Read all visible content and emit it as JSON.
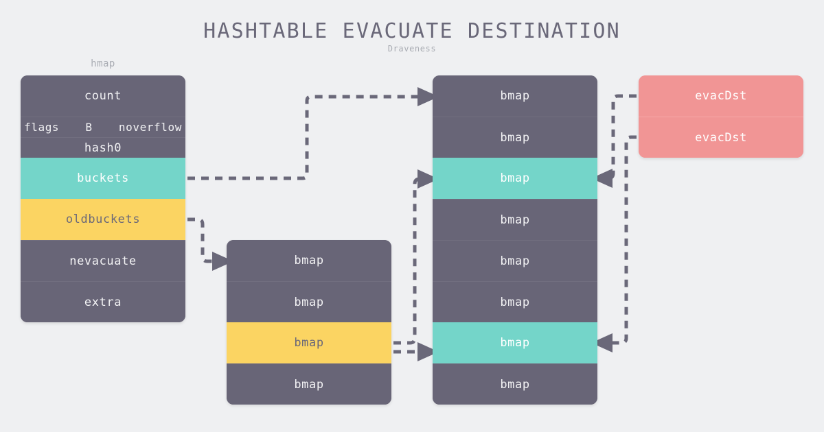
{
  "header": {
    "title": "HASHTABLE EVACUATE DESTINATION",
    "subtitle": "Draveness"
  },
  "colors": {
    "background": "#eff0f2",
    "dark_slate": "#686577",
    "teal": "#74d5c9",
    "yellow": "#fbd462",
    "salmon": "#f19595",
    "title_text": "#6a6879",
    "caption_text": "#a9acb3",
    "arrow": "#6a6879"
  },
  "hmap": {
    "caption": "hmap",
    "fields": [
      {
        "label": "count",
        "color": "dark"
      },
      {
        "label": "flags",
        "label2": "B",
        "label3": "noverflow",
        "color": "dark"
      },
      {
        "label": "hash0",
        "color": "dark"
      },
      {
        "label": "buckets",
        "color": "teal"
      },
      {
        "label": "oldbuckets",
        "color": "yellow"
      },
      {
        "label": "nevacuate",
        "color": "dark"
      },
      {
        "label": "extra",
        "color": "dark"
      }
    ]
  },
  "oldbuckets_array": {
    "rows": [
      {
        "label": "bmap",
        "color": "dark"
      },
      {
        "label": "bmap",
        "color": "dark"
      },
      {
        "label": "bmap",
        "color": "yellow"
      },
      {
        "label": "bmap",
        "color": "dark"
      }
    ]
  },
  "buckets_array": {
    "rows": [
      {
        "label": "bmap",
        "color": "dark"
      },
      {
        "label": "bmap",
        "color": "dark"
      },
      {
        "label": "bmap",
        "color": "teal"
      },
      {
        "label": "bmap",
        "color": "dark"
      },
      {
        "label": "bmap",
        "color": "dark"
      },
      {
        "label": "bmap",
        "color": "dark"
      },
      {
        "label": "bmap",
        "color": "teal"
      },
      {
        "label": "bmap",
        "color": "dark"
      }
    ]
  },
  "evac_dst": {
    "rows": [
      {
        "label": "evacDst",
        "color": "salmon"
      },
      {
        "label": "evacDst",
        "color": "salmon"
      }
    ]
  },
  "arrows": [
    {
      "name": "buckets-to-new-bucket-array",
      "from": "hmap.buckets",
      "to": "buckets_array.row1"
    },
    {
      "name": "oldbuckets-to-old-bucket-array",
      "from": "hmap.oldbuckets",
      "to": "oldbuckets_array.row1"
    },
    {
      "name": "old-bmap-to-new-bmap-upper",
      "from": "oldbuckets_array.row3",
      "to": "buckets_array.row3"
    },
    {
      "name": "old-bmap-to-new-bmap-lower",
      "from": "oldbuckets_array.row3",
      "to": "buckets_array.row7"
    },
    {
      "name": "evacdst-1-to-new-bmap-upper",
      "from": "evac_dst.row1",
      "to": "buckets_array.row3"
    },
    {
      "name": "evacdst-2-to-new-bmap-lower",
      "from": "evac_dst.row2",
      "to": "buckets_array.row7"
    }
  ]
}
